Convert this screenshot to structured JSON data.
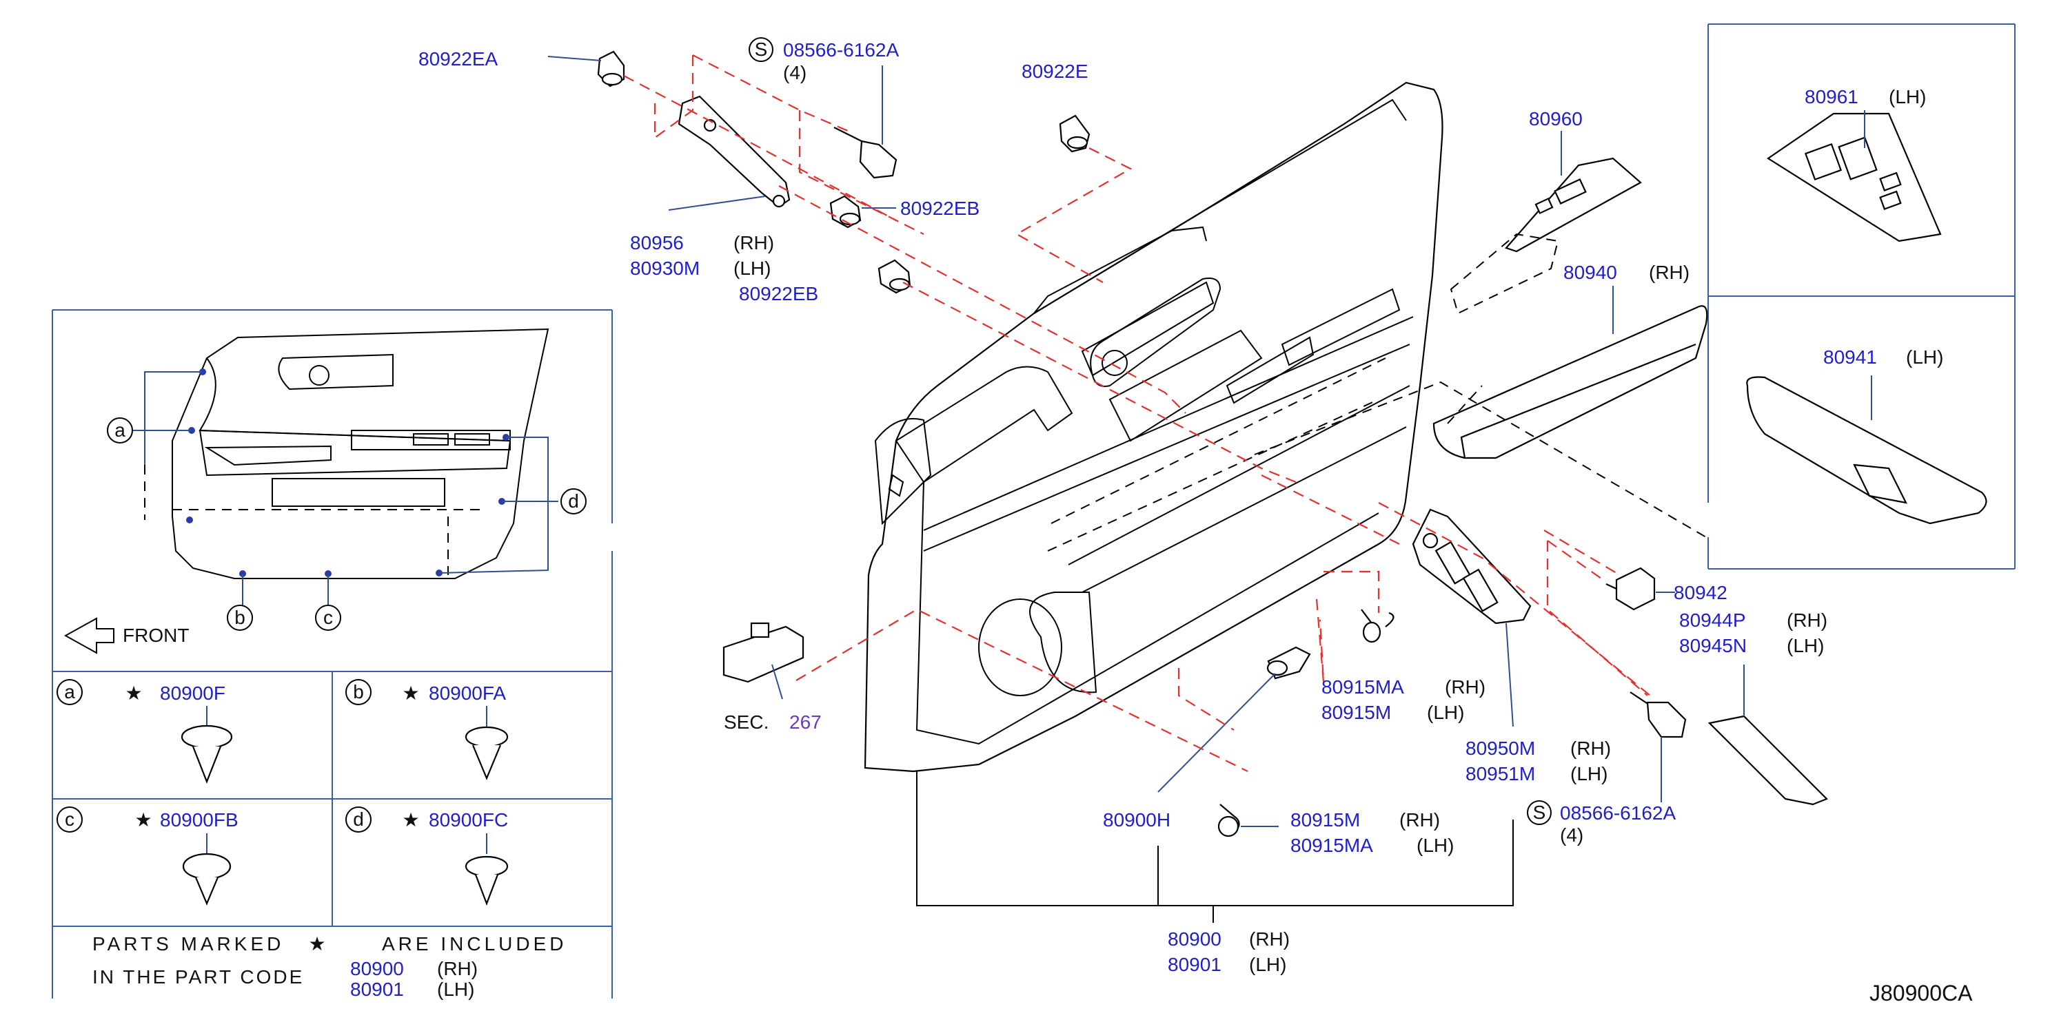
{
  "diagram_id": "J80900CA",
  "front_label": "FRONT",
  "sec_ref": {
    "prefix": "SEC.",
    "number": "267"
  },
  "note": {
    "line1a": "PARTS MARKED",
    "line1b": "ARE INCLUDED",
    "line2": "IN THE PART CODE",
    "code_rh": "80900",
    "code_lh": "80901",
    "rh": "(RH)",
    "lh": "(LH)"
  },
  "letters": [
    "a",
    "b",
    "c",
    "d"
  ],
  "clips": [
    {
      "letter": "a",
      "code": "80900F"
    },
    {
      "letter": "b",
      "code": "80900FA"
    },
    {
      "letter": "c",
      "code": "80900FB"
    },
    {
      "letter": "d",
      "code": "80900FC"
    }
  ],
  "labels": {
    "p80922EA": "80922EA",
    "screw_top": "08566-6162A",
    "screw_top_qty": "(4)",
    "p80922E": "80922E",
    "p80922EB_1": "80922EB",
    "p80922EB_2": "80922EB",
    "p80956": "80956",
    "p80930M": "80930M",
    "p80960": "80960",
    "p80940": "80940",
    "p80961": "80961",
    "p80941": "80941",
    "p80942": "80942",
    "p80944P": "80944P",
    "p80945N": "80945N",
    "p80915MA_1": "80915MA",
    "p80915M_1": "80915M",
    "p80915M_2": "80915M",
    "p80915MA_2": "80915MA",
    "p80950M": "80950M",
    "p80951M": "80951M",
    "screw_bot": "08566-6162A",
    "screw_bot_qty": "(4)",
    "p80900H": "80900H",
    "p80900": "80900",
    "p80901": "80901",
    "rh": "(RH)",
    "lh": "(LH)",
    "s": "S"
  }
}
